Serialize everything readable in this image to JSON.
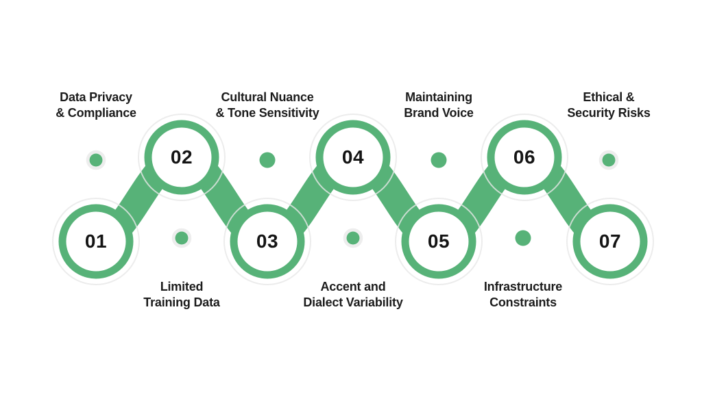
{
  "diagram": {
    "type": "zigzag-process-flow",
    "accent_color": "#57b278",
    "halo_color": "#ededed",
    "text_color": "#1b1b1b",
    "background_color": "#ffffff",
    "steps": [
      {
        "number": "01",
        "label_line1": "Data Privacy",
        "label_line2": "& Compliance"
      },
      {
        "number": "02",
        "label_line1": "Limited",
        "label_line2": "Training Data"
      },
      {
        "number": "03",
        "label_line1": "Cultural Nuance",
        "label_line2": "& Tone Sensitivity"
      },
      {
        "number": "04",
        "label_line1": "Accent and",
        "label_line2": "Dialect Variability"
      },
      {
        "number": "05",
        "label_line1": "Maintaining",
        "label_line2": "Brand Voice"
      },
      {
        "number": "06",
        "label_line1": "Infrastructure",
        "label_line2": "Constraints"
      },
      {
        "number": "07",
        "label_line1": "Ethical &",
        "label_line2": "Security Risks"
      }
    ]
  }
}
